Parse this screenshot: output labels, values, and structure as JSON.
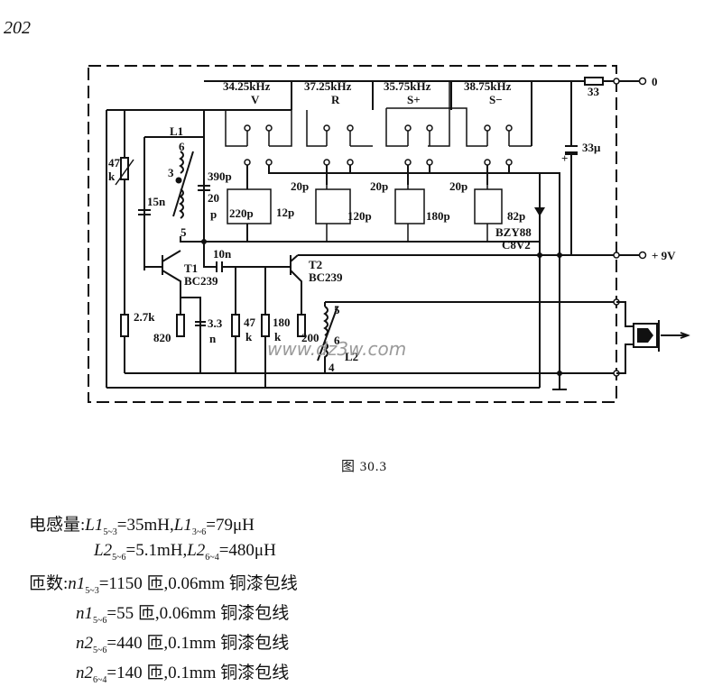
{
  "page_number": "202",
  "figure_caption": "图 30.3",
  "watermark": "www.dz3w.com",
  "schematic": {
    "channels": [
      {
        "frequency": "34.25kHz",
        "name": "V"
      },
      {
        "frequency": "37.25kHz",
        "name": "R"
      },
      {
        "frequency": "35.75kHz",
        "name": "S+"
      },
      {
        "frequency": "38.75kHz",
        "name": "S−"
      }
    ],
    "terminals": {
      "ground": "0",
      "supply": "+ 9V"
    },
    "components": {
      "r_33": "33",
      "c_33u": "33μ",
      "c_plus": "+",
      "l1": "L1",
      "l1_tap6": "6",
      "l1_tap3": "3",
      "l1_tap5": "5",
      "r_47k_a": "47",
      "r_47k_b": "k",
      "c_15n": "15n",
      "c_390p": "390p",
      "tr_20p_v_a": "20",
      "tr_20p_v_b": "p",
      "c_220p": "220p",
      "c_12p": "12p",
      "tr_20p_r": "20p",
      "c_120p": "120p",
      "tr_20p_s1": "20p",
      "c_180p": "180p",
      "tr_20p_s2": "20p",
      "c_82p": "82p",
      "zener_a": "BZY88",
      "zener_b": "C8V2",
      "c_10n": "10n",
      "t1_name": "T1",
      "t1_type": "BC239",
      "t2_name": "T2",
      "t2_type": "BC239",
      "r_2_7k": "2.7k",
      "r_820": "820",
      "c_3_3n_a": "3.3",
      "c_3_3n_b": "n",
      "r_47k2_a": "47",
      "r_47k2_b": "k",
      "r_180k_a": "180",
      "r_180k_b": "k",
      "r_200": "200",
      "l2": "L2",
      "l2_tap5": "5",
      "l2_tap6": "6",
      "l2_tap4": "4"
    }
  },
  "specs": {
    "inductance_label": "电感量:",
    "inductance": [
      {
        "coil": "L1",
        "taps": "5~3",
        "value": "=35mH,"
      },
      {
        "coil": "L1",
        "taps": "3~6",
        "value": "=79μH"
      },
      {
        "coil": "L2",
        "taps": "5~6",
        "value": "=5.1mH,"
      },
      {
        "coil": "L2",
        "taps": "6~4",
        "value": "=480μH"
      }
    ],
    "turns_label": "匝数:",
    "turns": [
      {
        "coil": "n1",
        "taps": "5~3",
        "value": "=1150 匝,0.06mm 铜漆包线"
      },
      {
        "coil": "n1",
        "taps": "5~6",
        "value": "=55 匝,0.06mm 铜漆包线"
      },
      {
        "coil": "n2",
        "taps": "5~6",
        "value": "=440 匝,0.1mm 铜漆包线"
      },
      {
        "coil": "n2",
        "taps": "6~4",
        "value": "=140 匝,0.1mm 铜漆包线"
      }
    ]
  }
}
